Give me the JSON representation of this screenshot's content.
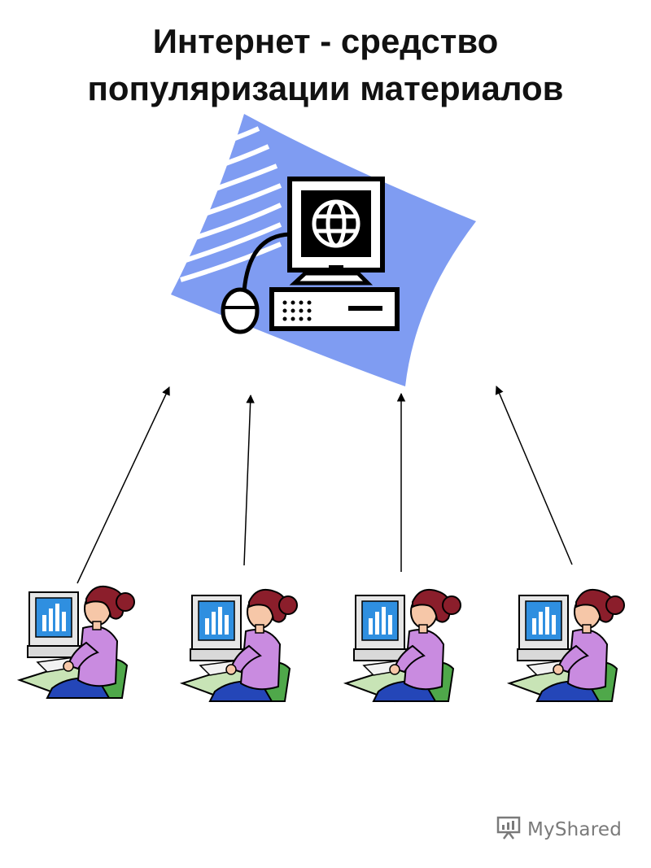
{
  "title": {
    "line1": "Интернет - средство",
    "line2": "популяризации материалов"
  },
  "nodes": {
    "server": {
      "icon": "globe-computer-icon"
    },
    "users": [
      {
        "icon": "user-at-computer-icon"
      },
      {
        "icon": "user-at-computer-icon"
      },
      {
        "icon": "user-at-computer-icon"
      },
      {
        "icon": "user-at-computer-icon"
      }
    ]
  },
  "edges": [
    {
      "from": "user-1",
      "to": "server"
    },
    {
      "from": "user-2",
      "to": "server"
    },
    {
      "from": "user-3",
      "to": "server"
    },
    {
      "from": "user-4",
      "to": "server"
    }
  ],
  "colors": {
    "swoosh": "#7f9cf2",
    "arrow": "#000000",
    "monitor_screen": "#2f8fe0",
    "hair": "#8b1e2b",
    "sweater": "#c98be0",
    "chair": "#4fa84a",
    "desk": "#c8e4b6",
    "pants": "#2446b8"
  },
  "watermark": {
    "icon": "myshared-logo-icon",
    "text": "MyShared"
  }
}
